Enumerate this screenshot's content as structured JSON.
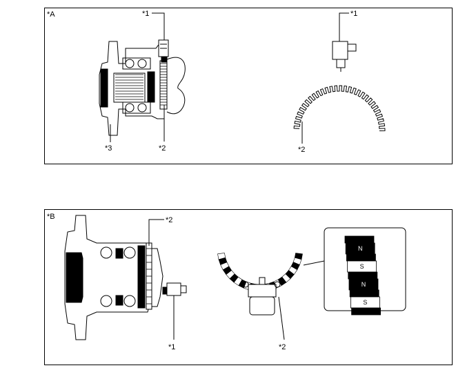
{
  "panel_a": {
    "tag": "*A",
    "callouts": {
      "left_sensor": "*1",
      "right_sensor": "*1",
      "left_rotor": "*2",
      "right_rotor": "*2",
      "hub": "*3"
    }
  },
  "panel_b": {
    "tag": "*B",
    "callouts": {
      "rotor_top": "*2",
      "sensor": "*1",
      "rotor_ring": "*2"
    },
    "magnet_poles": [
      "N",
      "S",
      "N",
      "S"
    ]
  },
  "colors": {
    "line": "#000000",
    "background": "#ffffff"
  }
}
